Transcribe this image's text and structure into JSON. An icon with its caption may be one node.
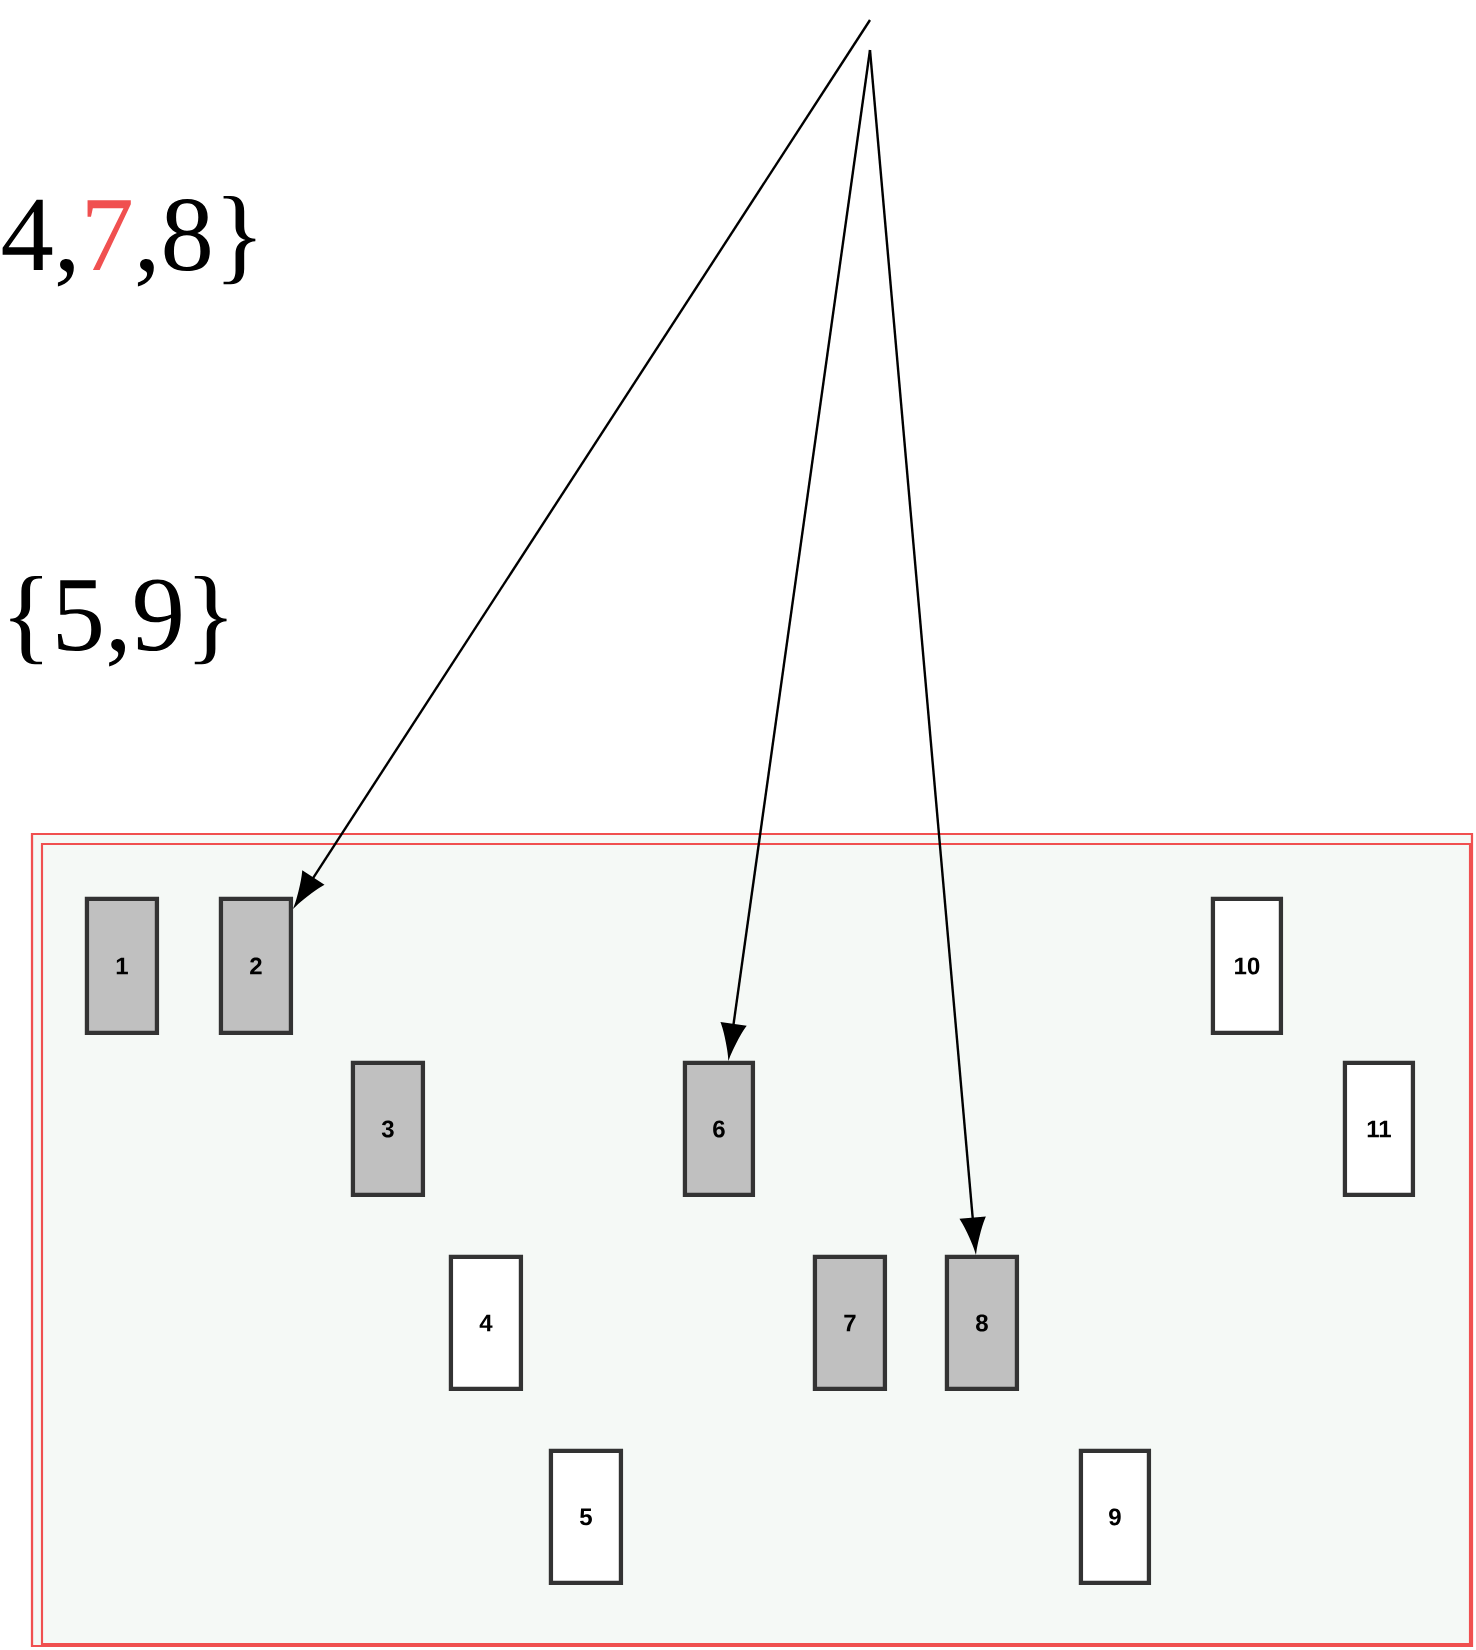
{
  "diagram": {
    "nodes": [
      {
        "text": [],
        "shape": "box"
      },
      {
        "text": [
          "1"
        ],
        "in": 0
      },
      {
        "text": [
          "2"
        ],
        "in": 0
      },
      {
        "text": [
          "3"
        ],
        "in": 0
      },
      {
        "text": [
          "4"
        ],
        "in": 0
      },
      {
        "text": [
          "5"
        ],
        "in": 0
      },
      {
        "text": [
          "6"
        ],
        "in": 0
      },
      {
        "text": [
          "7"
        ],
        "in": 0
      },
      {
        "text": [
          "8"
        ],
        "in": 0
      },
      {
        "text": [
          "9"
        ],
        "in": 0
      },
      {
        "text": [
          "10"
        ],
        "in": 0
      },
      {
        "text": [
          "11"
        ],
        "in": 0
      }
    ],
    "edges": [
      {
        "from": null,
        "to": 2,
        "arrow": "to"
      },
      {
        "from": null,
        "to": 6,
        "arrow": "to"
      },
      {
        "from": null,
        "to": 8,
        "arrow": "to"
      }
    ],
    "labels": [
      "4,",
      "7",
      ",8}",
      "{5,9}"
    ]
  }
}
